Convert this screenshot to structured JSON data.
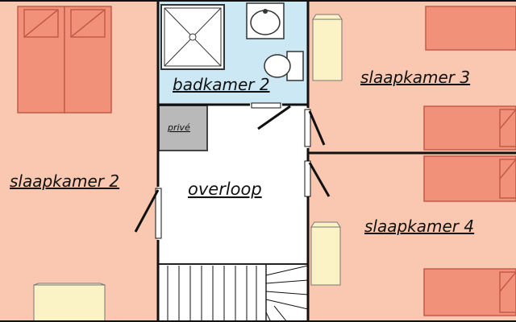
{
  "rooms": {
    "bedroom2": "slaapkamer 2",
    "bedroom3": "slaapkamer 3",
    "bedroom4": "slaapkamer 4",
    "bathroom2": "badkamer 2",
    "landing": "overloop",
    "private": "privé"
  },
  "colors": {
    "bedroom_floor": "#fac8b0",
    "bathroom_floor": "#cce8f4",
    "landing_floor": "#ffffff",
    "private_fill": "#b9b9b9",
    "bed": "#f2917a",
    "bed_outline": "#c35a48",
    "furniture": "#fbf2c6",
    "wall": "#111111"
  }
}
